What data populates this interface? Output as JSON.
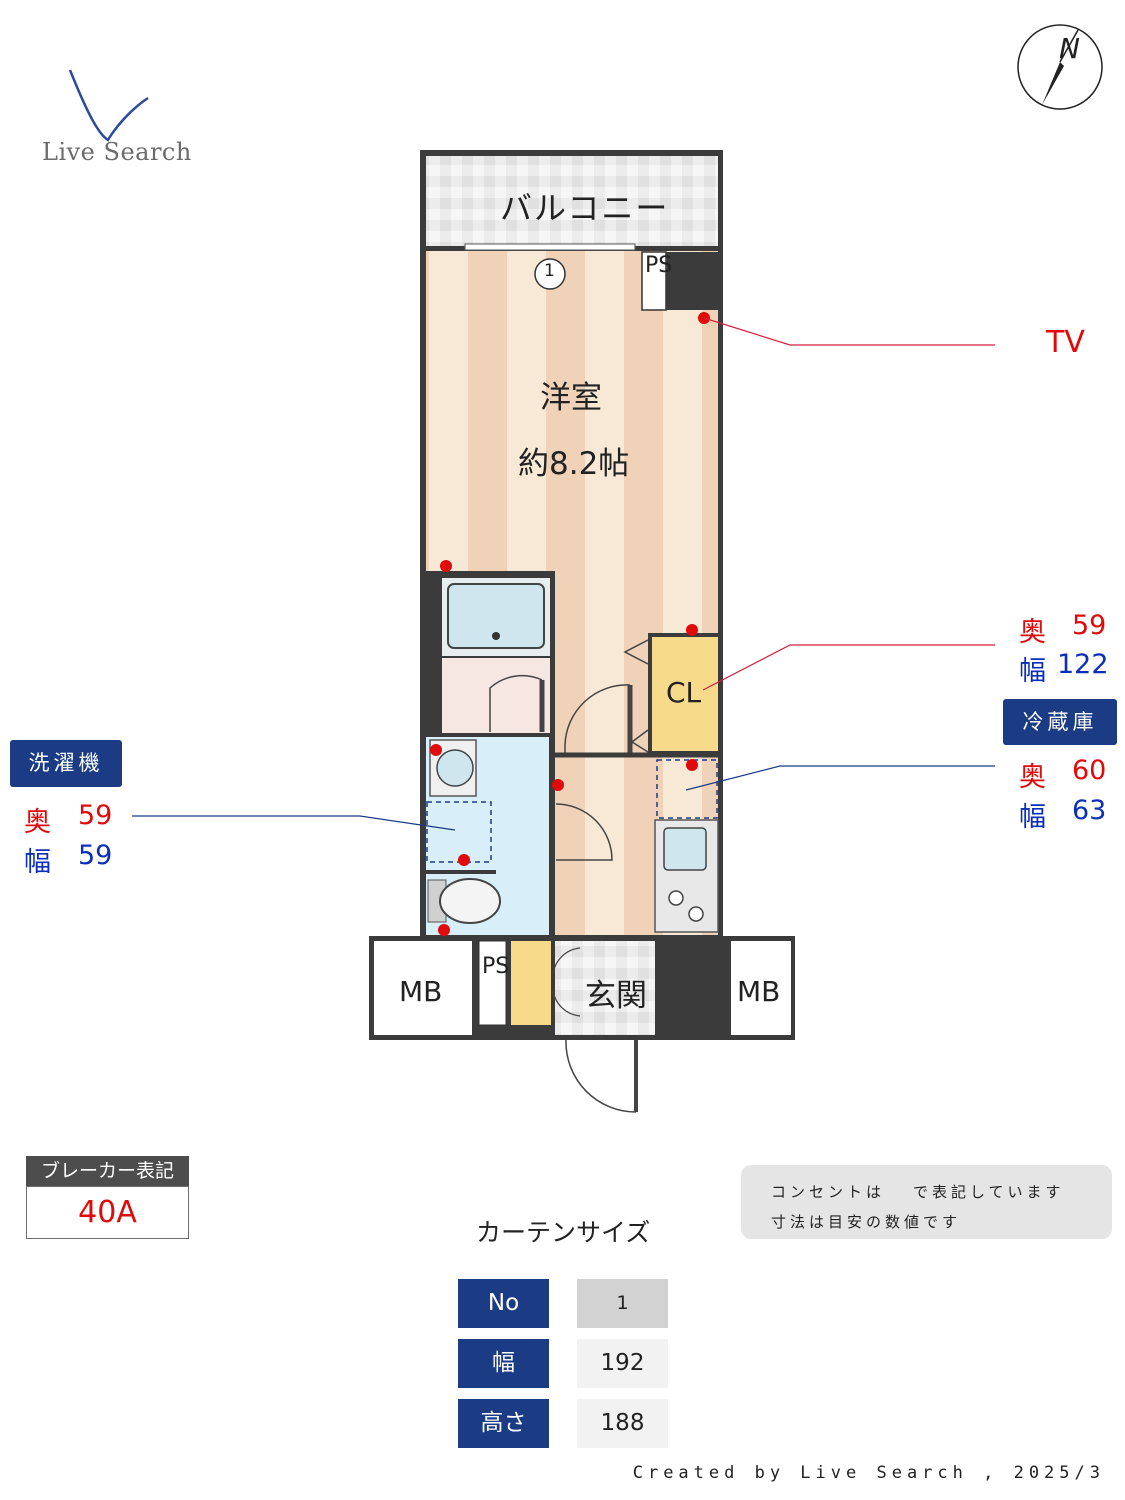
{
  "brand": {
    "name": "Live Search"
  },
  "compass": {
    "label": "N"
  },
  "rooms": {
    "balcony": "バルコニー",
    "western_room": "洋室",
    "western_room_size": "約8.2帖",
    "ps_top": "PS",
    "ps_bottom": "PS",
    "closet": "CL",
    "entrance": "玄関",
    "mb_left": "MB",
    "mb_right": "MB",
    "curtain_marker": "1"
  },
  "callouts": {
    "tv": "TV",
    "closet_depth_label": "奥",
    "closet_depth": "59",
    "closet_width_label": "幅",
    "closet_width": "122",
    "fridge_tag": "冷蔵庫",
    "fridge_depth_label": "奥",
    "fridge_depth": "60",
    "fridge_width_label": "幅",
    "fridge_width": "63",
    "washer_tag": "洗濯機",
    "washer_depth_label": "奥",
    "washer_depth": "59",
    "washer_width_label": "幅",
    "washer_width": "59"
  },
  "breaker": {
    "label": "ブレーカー表記",
    "value": "40A"
  },
  "note": {
    "line1_a": "コンセントは",
    "line1_b": "で表記しています",
    "line2": "寸法は目安の数値です"
  },
  "curtain": {
    "title": "カーテンサイズ",
    "rows": [
      {
        "label": "No",
        "value": "1"
      },
      {
        "label": "幅",
        "value": "192"
      },
      {
        "label": "高さ",
        "value": "188"
      }
    ]
  },
  "credit": "Created by Live Search , 2025/3",
  "colors": {
    "wall": "#3b3b3b",
    "floor_light": "#f7e9d6",
    "floor_stripe": "#efd2b8",
    "wet_area": "#d8eef8",
    "closet": "#f7da8a",
    "outlet": "#e10a0a",
    "navy": "#1b3b85"
  }
}
